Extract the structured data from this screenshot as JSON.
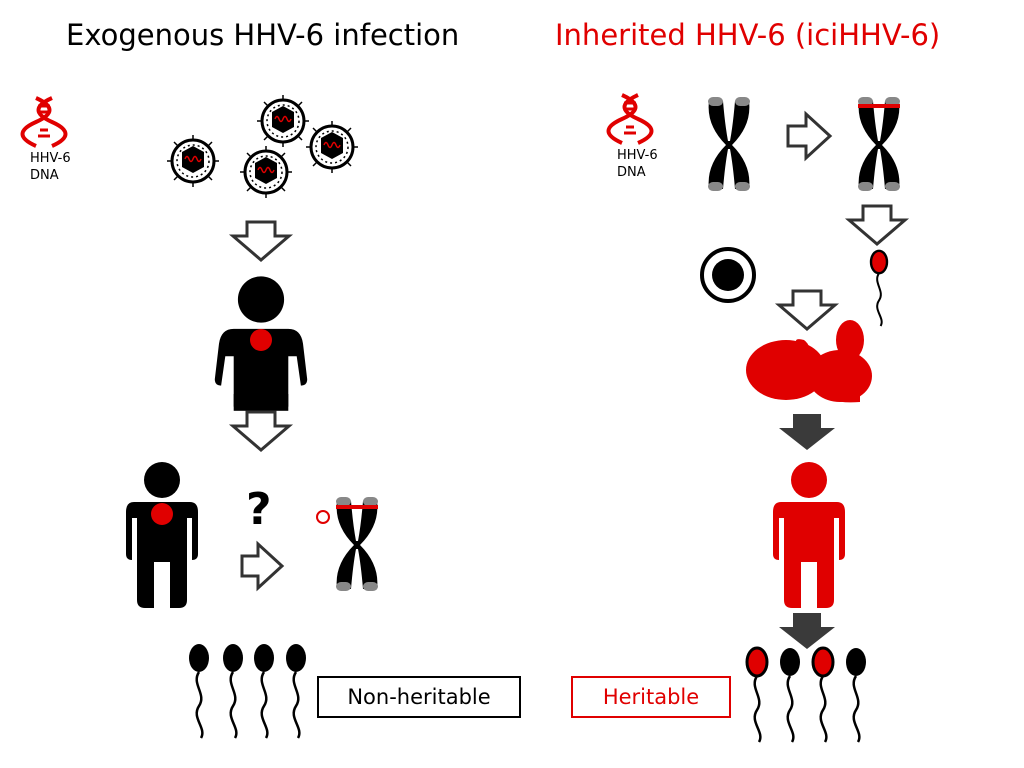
{
  "titles": {
    "left": "Exogenous HHV-6 infection",
    "right": "Inherited HHV-6 (iciHHV-6)"
  },
  "labels": {
    "dna_left": [
      "HHV-6",
      "DNA"
    ],
    "dna_right": [
      "HHV-6",
      "DNA"
    ],
    "question": "?",
    "non_heritable": "Non-heritable",
    "heritable": "Heritable"
  },
  "colors": {
    "red": "#e00000",
    "black": "#000000",
    "gray_tip": "#888888",
    "arrow_dark": "#3a3a3a"
  },
  "icons": {
    "dna": "dna-helix-icon",
    "virus": "virus-particle-icon",
    "chromosome": "chromosome-icon",
    "person": "person-icon",
    "sperm": "sperm-icon",
    "egg": "egg-cell-icon",
    "fetus": "fetus-icon"
  },
  "sperm_rows": {
    "left_red_heads": [
      false,
      false,
      false,
      false
    ],
    "right_red_heads": [
      true,
      false,
      true,
      false
    ]
  }
}
